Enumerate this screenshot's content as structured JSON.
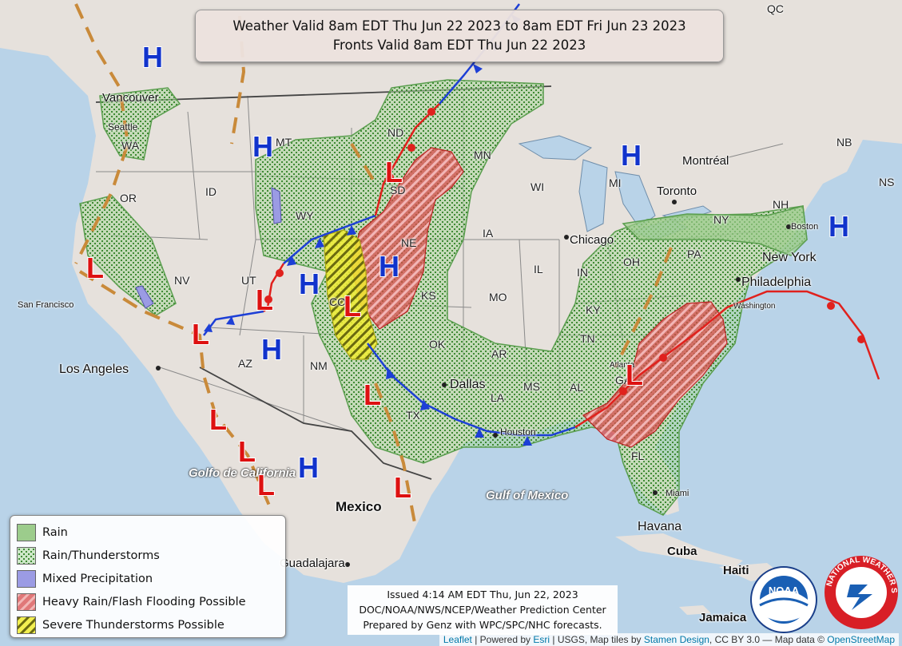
{
  "title": {
    "line1": "Weather Valid 8am EDT Thu Jun 22 2023 to 8am EDT Fri Jun 23 2023",
    "line2": "Fronts Valid 8am EDT Thu Jun 22 2023"
  },
  "legend": {
    "items": [
      {
        "label": "Rain",
        "color": "#9ccc8c",
        "pattern": "solid"
      },
      {
        "label": "Rain/Thunderstorms",
        "color": "#9ccc8c",
        "pattern": "dots"
      },
      {
        "label": "Mixed Precipitation",
        "color": "#9b9be4",
        "pattern": "solid"
      },
      {
        "label": "Heavy Rain/Flash Flooding Possible",
        "color": "#d64a4a",
        "pattern": "hatch"
      },
      {
        "label": "Severe Thunderstorms Possible",
        "color": "#f2ee33",
        "pattern": "hatch"
      }
    ]
  },
  "issued": {
    "line1": "Issued 4:14 AM EDT Thu, Jun 22, 2023",
    "line2": "DOC/NOAA/NWS/NCEP/Weather Prediction Center",
    "line3": "Prepared by Genz with WPC/SPC/NHC forecasts."
  },
  "attribution": {
    "leaflet": "Leaflet",
    "powered": " | Powered by ",
    "esri": "Esri",
    "usgs": " | USGS, Map tiles by ",
    "stamen": "Stamen Design",
    "cc": ", CC BY 3.0",
    "mapdata": " — Map data © ",
    "osm": "OpenStreetMap"
  },
  "map_labels": {
    "states": [
      "WA",
      "OR",
      "ID",
      "MT",
      "WY",
      "NV",
      "UT",
      "CO",
      "AZ",
      "NM",
      "ND",
      "SD",
      "NE",
      "KS",
      "OK",
      "TX",
      "MN",
      "IA",
      "MO",
      "AR",
      "LA",
      "WI",
      "MI",
      "IL",
      "IN",
      "OH",
      "KY",
      "TN",
      "MS",
      "AL",
      "GA",
      "FL",
      "PA",
      "NY",
      "NH",
      "NB",
      "NS",
      "QC"
    ],
    "cities": [
      "Vancouver",
      "Seattle",
      "San Francisco",
      "Los Angeles",
      "Dallas",
      "Chicago",
      "Toronto",
      "Montréal",
      "Boston",
      "New York",
      "Philadelphia",
      "Washington",
      "Atlanta",
      "Miami",
      "Houston",
      "Havana",
      "Mexico",
      "Guadalajara",
      "Jamaica",
      "Cuba",
      "Haiti"
    ],
    "seas": [
      "Gulf of Mexico",
      "Golfo de California"
    ]
  },
  "pressure_centers": {
    "highs": [
      "H",
      "H",
      "H",
      "H",
      "H",
      "H",
      "H",
      "H"
    ],
    "lows": [
      "L",
      "L",
      "L",
      "L",
      "L",
      "L",
      "L",
      "L",
      "L",
      "L",
      "L"
    ],
    "high_color": "#1133cc",
    "low_color": "#dd1111"
  },
  "logos": {
    "noaa_text": "NOAA",
    "nws_text": "NATIONAL WEATHER SERVICE"
  }
}
